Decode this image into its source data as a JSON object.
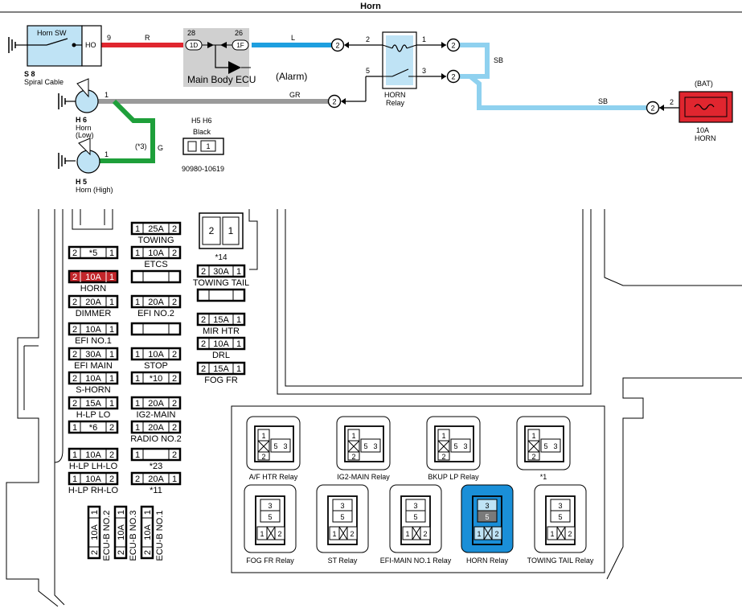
{
  "title": "Horn",
  "colors": {
    "red": "#e0262f",
    "blue": "#1e9fdf",
    "light_blue": "#8fd1ef",
    "gray": "#9a9a9a",
    "green": "#1e9f3a",
    "fuse_red": "#c2252a",
    "relay_blue": "#1a8fd8",
    "ecu_gray": "#d0d0d0"
  },
  "schematic": {
    "horn_sw": {
      "name": "Horn SW",
      "pin": "HO",
      "code": "S 8",
      "label": "Spiral Cable"
    },
    "ecu": {
      "name": "Main Body ECU",
      "note": "(Alarm)",
      "pin_in_num": "28",
      "pin_in": "1D",
      "pin_out_num": "26",
      "pin_out": "1F"
    },
    "relay": {
      "name": "HORN",
      "sub": "Relay",
      "p2": "2",
      "p1": "1",
      "p5": "5",
      "p3": "3"
    },
    "fuse": {
      "bat": "(BAT)",
      "rating": "10A",
      "name": "HORN",
      "pin": "2"
    },
    "connector_circle": "2",
    "wires": {
      "r_pin": "9",
      "r_color": "R",
      "l_color": "L",
      "sb1": "SB",
      "sb2": "SB",
      "gr_color": "GR",
      "g_color": "G",
      "gr_pin": "1",
      "g_pin": "1",
      "note3": "(*3)"
    },
    "horn_low": {
      "code": "H 6",
      "name": "Horn",
      "sub": "(Low)"
    },
    "horn_high": {
      "code": "H 5",
      "name": "Horn (High)"
    },
    "connector_info": {
      "codes": "H5  H6",
      "color": "Black",
      "part": "90980-10619",
      "pin": "1"
    }
  },
  "fuse_box": {
    "col1": [
      {
        "l": "2",
        "m": "*5",
        "r": "1",
        "label": ""
      },
      {
        "l": "2",
        "m": "10A",
        "r": "1",
        "label": "HORN",
        "highlight": true
      },
      {
        "l": "2",
        "m": "20A",
        "r": "1",
        "label": "DIMMER"
      },
      {
        "l": "2",
        "m": "10A",
        "r": "1",
        "label": "EFI NO.1"
      },
      {
        "l": "2",
        "m": "30A",
        "r": "1",
        "label": "EFI MAIN"
      },
      {
        "l": "2",
        "m": "10A",
        "r": "1",
        "label": "S-HORN"
      },
      {
        "l": "2",
        "m": "15A",
        "r": "1",
        "label": "H-LP LO"
      },
      {
        "l": "1",
        "m": "*6",
        "r": "2",
        "label": ""
      },
      {
        "l": "1",
        "m": "10A",
        "r": "2",
        "label": "H-LP LH-LO"
      },
      {
        "l": "1",
        "m": "10A",
        "r": "2",
        "label": "H-LP RH-LO"
      }
    ],
    "col2": [
      {
        "l": "1",
        "m": "25A",
        "r": "2",
        "label": "TOWING"
      },
      {
        "l": "1",
        "m": "10A",
        "r": "2",
        "label": "ETCS"
      },
      {
        "l": "",
        "m": "",
        "r": "",
        "label": ""
      },
      {
        "l": "1",
        "m": "20A",
        "r": "2",
        "label": "EFI NO.2"
      },
      {
        "l": "",
        "m": "",
        "r": "",
        "label": ""
      },
      {
        "l": "1",
        "m": "10A",
        "r": "2",
        "label": "STOP"
      },
      {
        "l": "1",
        "m": "*10",
        "r": "2",
        "label": ""
      },
      {
        "l": "1",
        "m": "20A",
        "r": "2",
        "label": "IG2-MAIN"
      },
      {
        "l": "1",
        "m": "20A",
        "r": "2",
        "label": "RADIO NO.2"
      },
      {
        "l": "1",
        "m": "",
        "r": "2",
        "label": "*23"
      },
      {
        "l": "2",
        "m": "20A",
        "r": "1",
        "label": "*11"
      }
    ],
    "col3": [
      {
        "l": "2",
        "m": "30A",
        "r": "1",
        "label": "TOWING TAIL"
      },
      {
        "l": "",
        "m": "",
        "r": "",
        "label": ""
      },
      {
        "l": "2",
        "m": "15A",
        "r": "1",
        "label": "MIR HTR"
      },
      {
        "l": "2",
        "m": "10A",
        "r": "1",
        "label": "DRL"
      },
      {
        "l": "2",
        "m": "15A",
        "r": "1",
        "label": "FOG FR"
      }
    ],
    "big_relay": {
      "l": "2",
      "r": "1",
      "label": "*14"
    },
    "vertical_fuses": [
      {
        "top": "1",
        "m": "10A",
        "bottom": "2",
        "label": "ECU-B NO.2"
      },
      {
        "top": "1",
        "m": "10A",
        "bottom": "2",
        "label": "ECU-B NO.3"
      },
      {
        "top": "1",
        "m": "10A",
        "bottom": "2",
        "label": "ECU-B NO.1"
      }
    ],
    "relays_row1": [
      {
        "label": "A/F HTR Relay",
        "pins": [
          "1",
          "2",
          "5",
          "3"
        ]
      },
      {
        "label": "IG2-MAIN Relay",
        "pins": [
          "1",
          "2",
          "5",
          "3"
        ]
      },
      {
        "label": "BKUP LP Relay",
        "pins": [
          "1",
          "2",
          "5",
          "3"
        ]
      },
      {
        "label": "*1",
        "pins": [
          "1",
          "2",
          "5",
          "3"
        ]
      }
    ],
    "relays_row2": [
      {
        "label": "FOG FR Relay",
        "pins": [
          "3",
          "5",
          "1",
          "2"
        ],
        "highlight": false
      },
      {
        "label": "ST Relay",
        "pins": [
          "3",
          "5",
          "1",
          "2"
        ],
        "highlight": false
      },
      {
        "label": "EFI-MAIN NO.1 Relay",
        "pins": [
          "3",
          "5",
          "1",
          "2"
        ],
        "highlight": false
      },
      {
        "label": "HORN Relay",
        "pins": [
          "3",
          "5",
          "1",
          "2"
        ],
        "highlight": true
      },
      {
        "label": "TOWING TAIL Relay",
        "pins": [
          "3",
          "5",
          "1",
          "2"
        ],
        "highlight": false
      }
    ]
  }
}
